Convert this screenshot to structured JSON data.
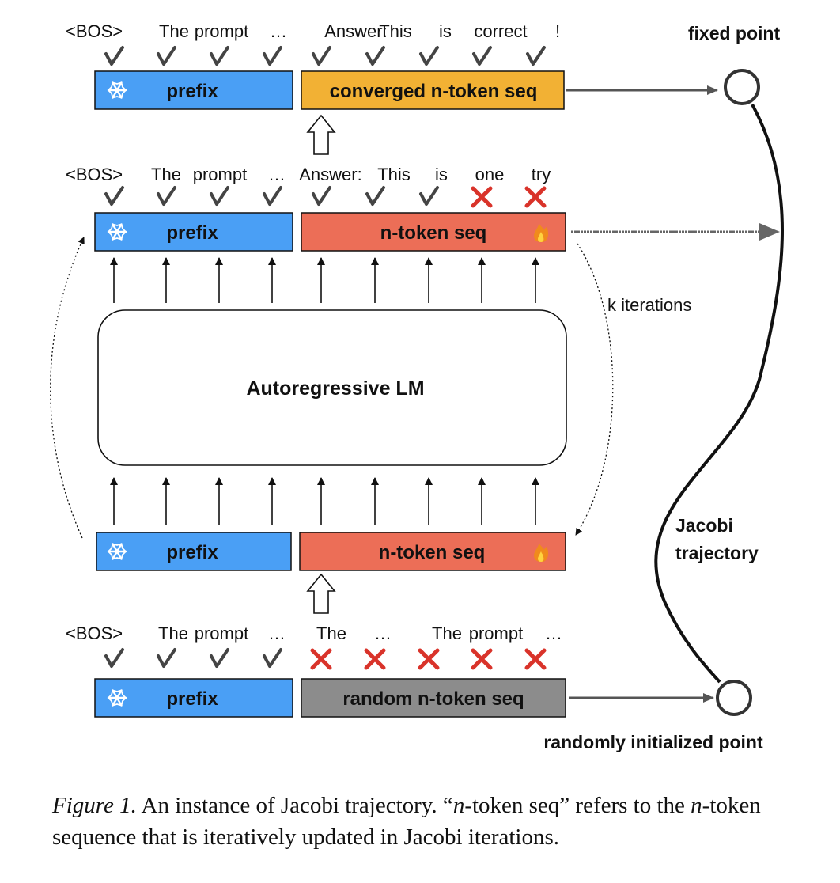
{
  "rows": {
    "top": {
      "tokens": [
        "<BOS>",
        "The",
        "prompt",
        "…",
        "Answer:",
        "This",
        "is",
        "correct",
        "!"
      ],
      "marks": [
        "check",
        "check",
        "check",
        "check",
        "check",
        "check",
        "check",
        "check",
        "check"
      ],
      "prefix_label": "prefix",
      "seq_label": "converged n-token seq",
      "seq_kind": "converged"
    },
    "second": {
      "tokens": [
        "<BOS>",
        "The",
        "prompt",
        "…",
        "Answer:",
        "This",
        "is",
        "one",
        "try"
      ],
      "marks": [
        "check",
        "check",
        "check",
        "check",
        "check",
        "check",
        "check",
        "cross",
        "cross"
      ],
      "prefix_label": "prefix",
      "seq_label": "n-token seq",
      "seq_kind": "active"
    },
    "input": {
      "prefix_label": "prefix",
      "seq_label": "n-token seq",
      "seq_kind": "active"
    },
    "bottom": {
      "tokens": [
        "<BOS>",
        "The",
        "prompt",
        "…",
        "The",
        "…",
        "The",
        "prompt",
        "…"
      ],
      "marks": [
        "check",
        "check",
        "check",
        "check",
        "cross",
        "cross",
        "cross",
        "cross",
        "cross"
      ],
      "prefix_label": "prefix",
      "seq_label": "random n-token seq",
      "seq_kind": "random"
    }
  },
  "model_label": "Autoregressive LM",
  "iterations_label": "k iterations",
  "fixed_point_label": "fixed point",
  "trajectory_label": [
    "Jacobi",
    "trajectory"
  ],
  "random_point_label": "randomly initialized point",
  "icons": {
    "prefix": "snowflake-icon",
    "seq": "fire-icon",
    "check": "check-icon",
    "cross": "cross-icon"
  },
  "colors": {
    "prefix": "#4a9ff5",
    "converged": "#f2b134",
    "active": "#ec6e57",
    "random": "#8c8c8c",
    "check": "#444444",
    "cross": "#d9332a"
  },
  "caption": {
    "figure": "Figure 1.",
    "text_1": " An instance of Jacobi trajectory. “",
    "var_1": "n",
    "text_2": "-token seq” refers to the ",
    "var_2": "n",
    "text_3": "-token sequence that is iteratively updated in Jacobi iterations."
  }
}
